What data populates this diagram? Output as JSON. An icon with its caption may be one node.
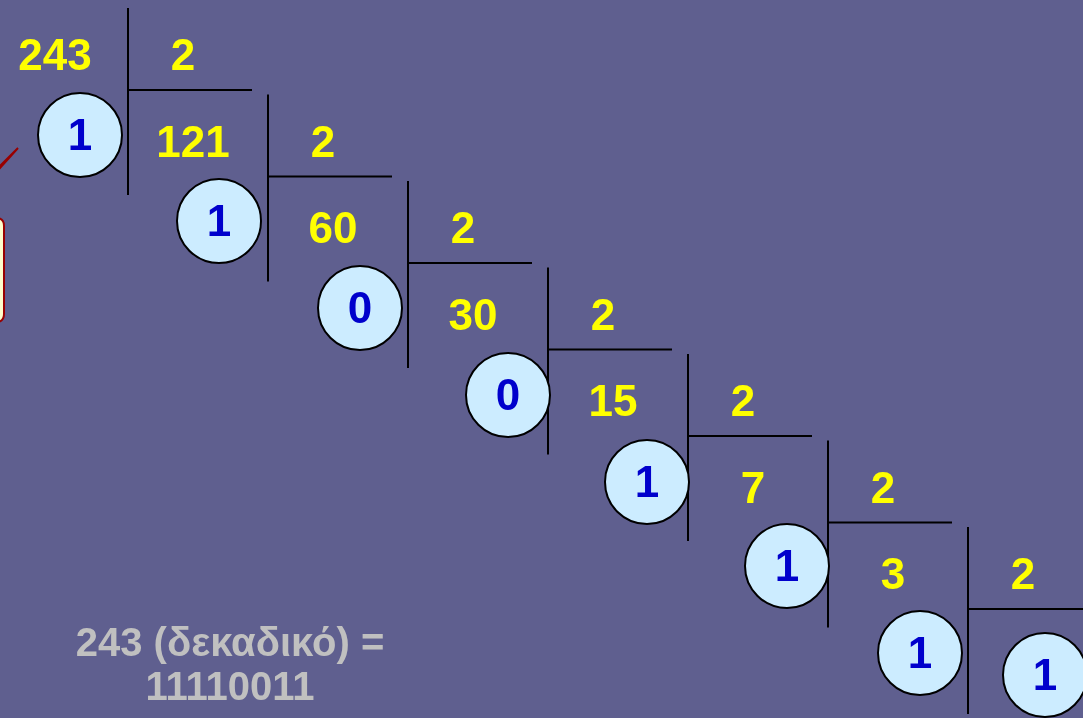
{
  "diagram": {
    "nodes": [
      {
        "text": [
          "1"
        ]
      },
      {
        "text": [
          "1"
        ]
      },
      {
        "text": [
          "0"
        ]
      },
      {
        "text": [
          "0"
        ]
      },
      {
        "text": [
          "1"
        ]
      },
      {
        "text": [
          "1"
        ]
      },
      {
        "text": [
          "1"
        ]
      },
      {
        "text": [
          "1"
        ]
      },
      {
        "text": [],
        "shape": "callout"
      }
    ],
    "labels": [
      "243",
      "2",
      "121",
      "2",
      "60",
      "2",
      "30",
      "2",
      "15",
      "2",
      "7",
      "2",
      "3",
      "2",
      "243 (δεκαδικό) = 11110011"
    ]
  }
}
